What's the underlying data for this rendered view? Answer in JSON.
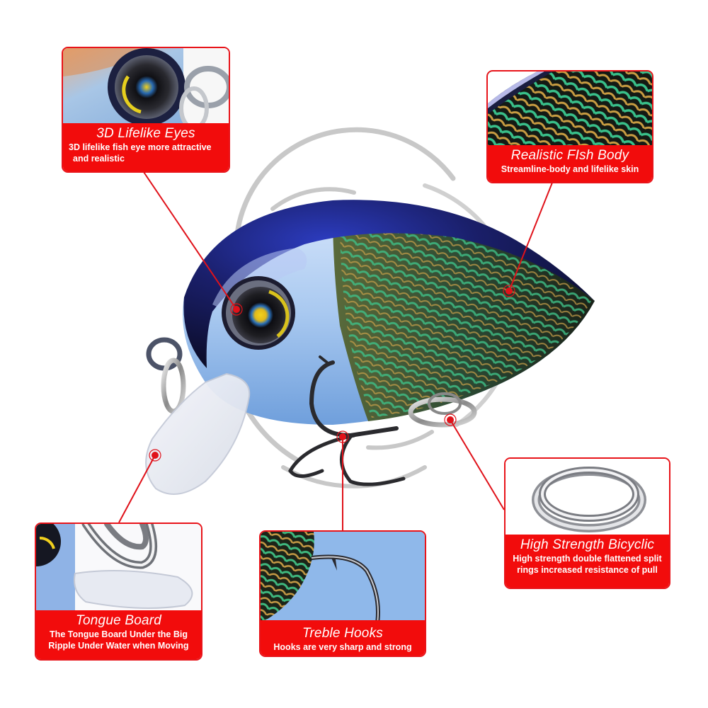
{
  "product": {
    "name": "Crankbait fishing lure",
    "colors": {
      "accent_red": "#f20c0c",
      "border_red": "#e8141a",
      "line_red": "#e0121a",
      "swirl_gray": "#c8c8c8",
      "lure_back": "#1b1f5e",
      "lure_belly": "#9fc6ef",
      "scale_green": "#3fae7a",
      "scale_gold": "#c79a3c"
    }
  },
  "callouts": [
    {
      "id": "eyes",
      "title": "3D Lifelike  Eyes",
      "description": "3D lifelike fish eye more attractive and realistic",
      "desc_line1": "3D lifelike fish eye more attractive",
      "desc_line2": "and realistic",
      "image": "eye-closeup"
    },
    {
      "id": "body",
      "title": "Realistic FIsh Body",
      "description": "Streamline-body and lifelike skin",
      "image": "scale-texture-closeup"
    },
    {
      "id": "ring",
      "title": "High Strength Bicyclic",
      "description": "High strength double flattened split rings increased resistance of pull",
      "desc_line1": "High strength double flattened split",
      "desc_line2": "rings increased resistance of pull",
      "image": "split-ring"
    },
    {
      "id": "tongue",
      "title": "Tongue Board",
      "description": "The Tongue Board Under the Big Ripple Under Water when Moving",
      "desc_line1": "The Tongue Board Under the Big",
      "desc_line2": "Ripple Under Water when Moving",
      "image": "tongue-board-closeup"
    },
    {
      "id": "hooks",
      "title": "Treble Hooks",
      "description": "Hooks are very sharp and strong",
      "image": "hook-closeup"
    }
  ]
}
